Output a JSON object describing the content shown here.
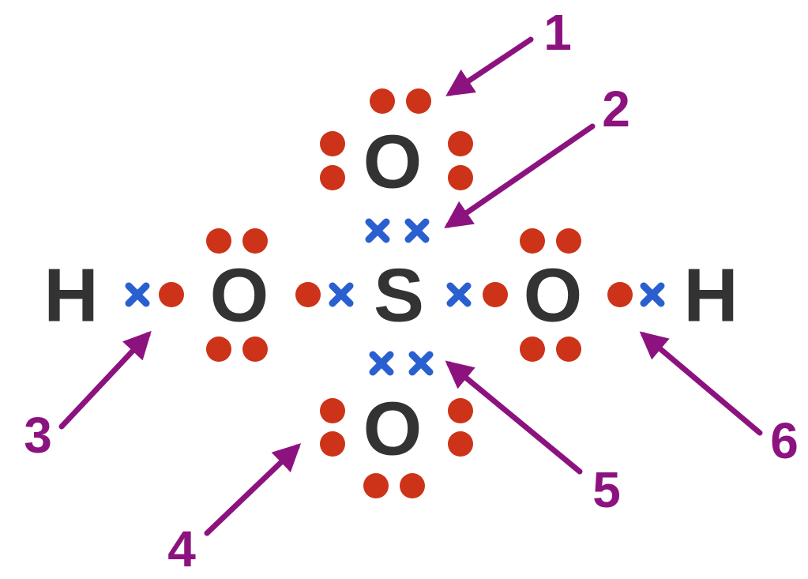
{
  "atoms": {
    "h_left": "H",
    "o_left": "O",
    "s_center": "S",
    "o_right": "O",
    "h_right": "H",
    "o_top": "O",
    "o_bottom": "O"
  },
  "labels": {
    "one": "1",
    "two": "2",
    "three": "3",
    "four": "4",
    "five": "5",
    "six": "6"
  },
  "colors": {
    "atom_text": "#333333",
    "dot": "#cc3318",
    "cross": "#2a5fd0",
    "arrow": "#8c137f"
  }
}
